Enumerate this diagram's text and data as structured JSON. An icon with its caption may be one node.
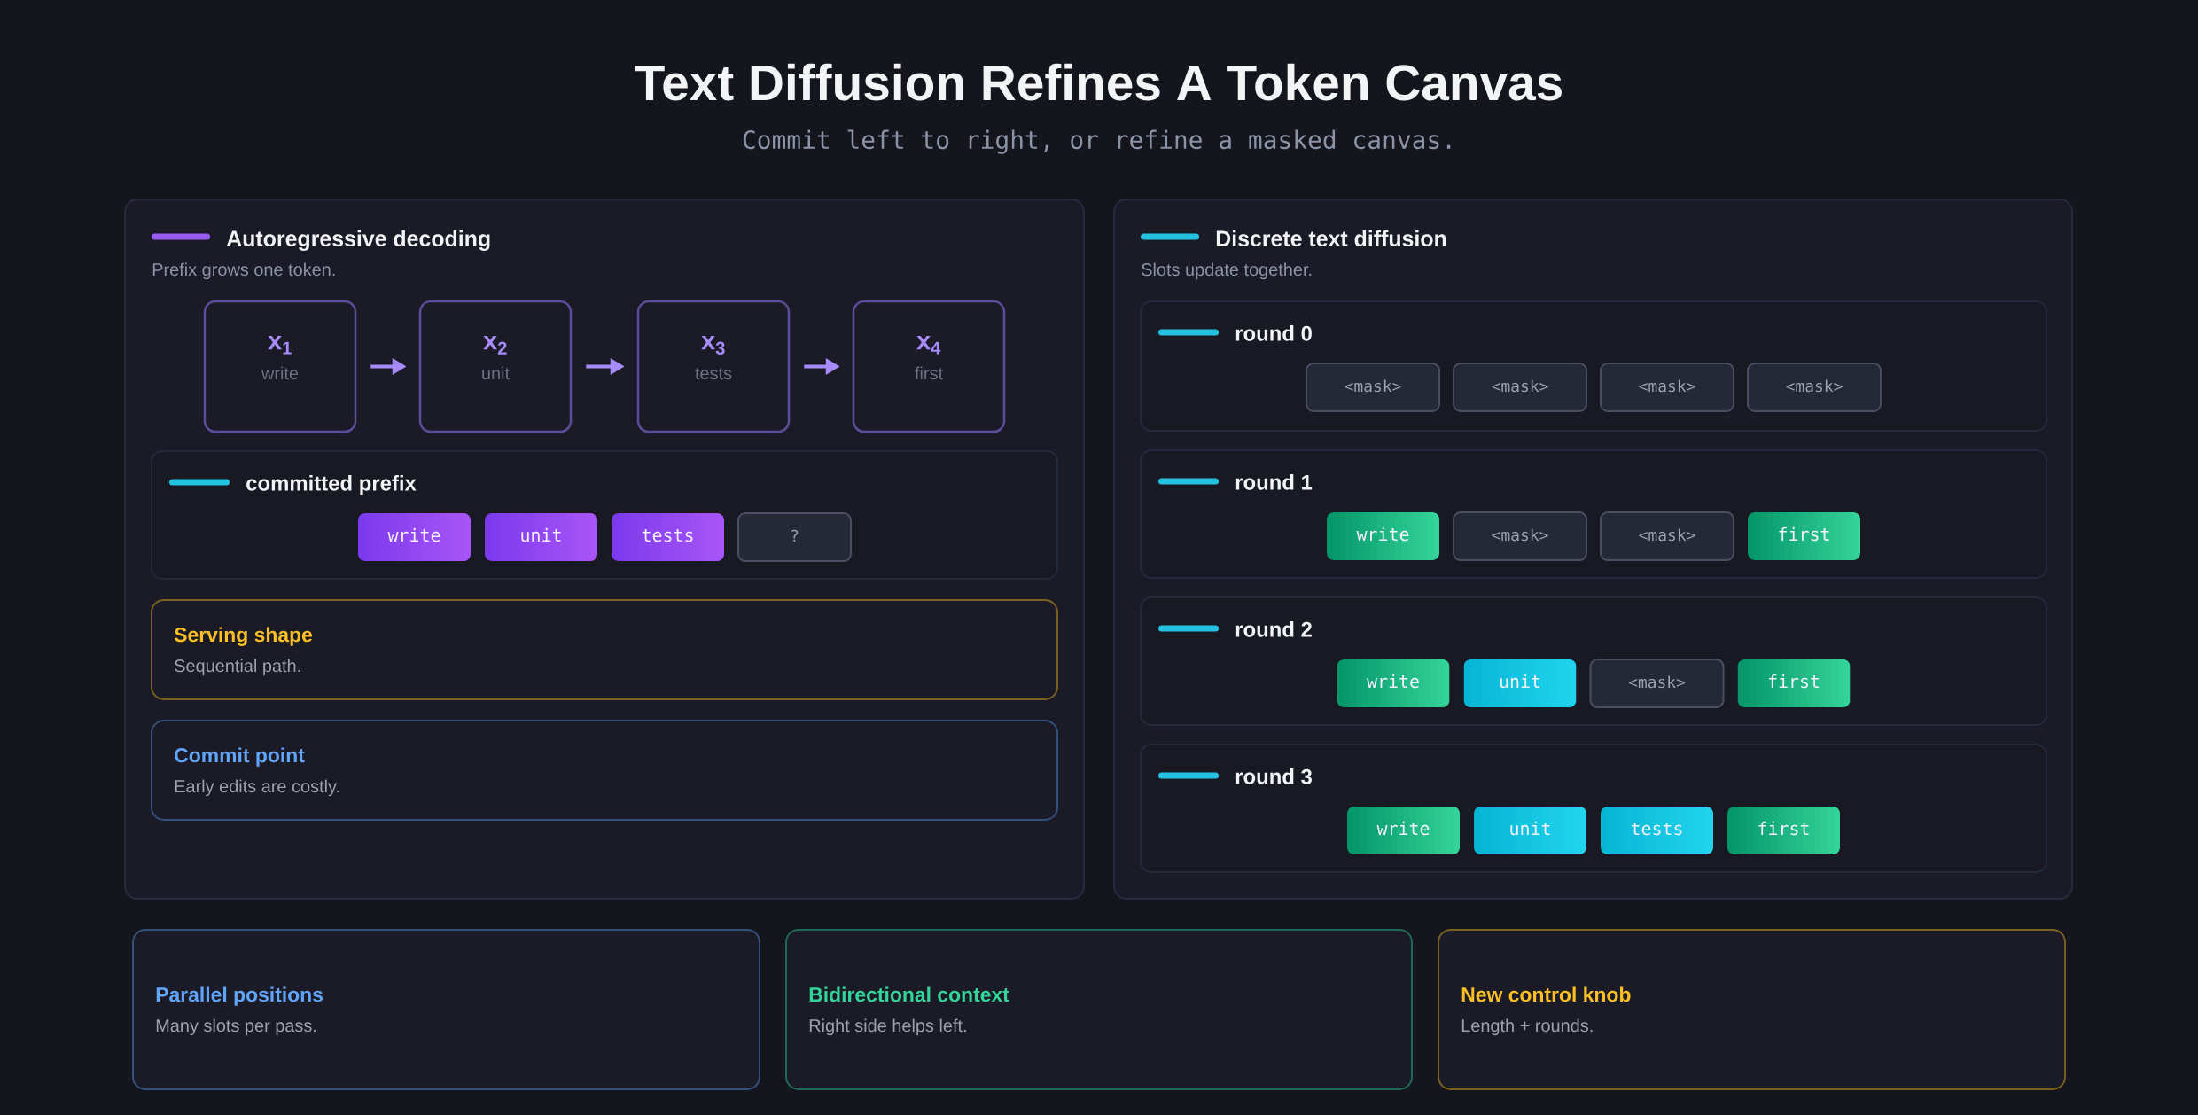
{
  "diagram": {
    "title": "Text Diffusion Refines A Token Canvas",
    "nodes": [
      {
        "text": [
          "Autoregressive decoding",
          "Prefix grows one token."
        ]
      },
      {
        "text": [
          "x$_{1}$",
          "write"
        ],
        "in": 0
      },
      {
        "text": [
          "x$_{2}$",
          "unit"
        ],
        "in": 0
      },
      {
        "text": [
          "x$_{3}$",
          "tests"
        ],
        "in": 0
      },
      {
        "text": [
          "x$_{4}$",
          "first"
        ],
        "in": 0
      },
      {
        "text": [
          "committed prefix"
        ],
        "in": 0
      },
      {
        "text": [
          "write"
        ],
        "in": 5
      },
      {
        "text": [
          "unit"
        ],
        "in": 5
      },
      {
        "text": [
          "tests"
        ],
        "in": 5
      },
      {
        "text": [
          "?"
        ],
        "in": 5
      },
      {
        "text": [
          "Serving shape",
          "Sequential path."
        ],
        "in": 0
      },
      {
        "text": [
          "Commit point",
          "Early edits are costly."
        ],
        "in": 0
      },
      {
        "text": [
          "Discrete text diffusion",
          "Slots update together."
        ]
      },
      {
        "text": [
          "round 0"
        ],
        "in": 12
      },
      {
        "text": [
          "<mask>"
        ],
        "in": 13
      },
      {
        "text": [
          "<mask>"
        ],
        "in": 13
      },
      {
        "text": [
          "<mask>"
        ],
        "in": 13
      },
      {
        "text": [
          "<mask>"
        ],
        "in": 13
      },
      {
        "text": [
          "round 1"
        ],
        "in": 12
      },
      {
        "text": [
          "write"
        ],
        "in": 18
      },
      {
        "text": [
          "<mask>"
        ],
        "in": 18
      },
      {
        "text": [
          "<mask>"
        ],
        "in": 18
      },
      {
        "text": [
          "first"
        ],
        "in": 18
      },
      {
        "text": [
          "round 2"
        ],
        "in": 12
      },
      {
        "text": [
          "write"
        ],
        "in": 23
      },
      {
        "text": [
          "unit"
        ],
        "in": 23
      },
      {
        "text": [
          "<mask>"
        ],
        "in": 23
      },
      {
        "text": [
          "first"
        ],
        "in": 23
      },
      {
        "text": [
          "round 3"
        ],
        "in": 12
      },
      {
        "text": [
          "write"
        ],
        "in": 28
      },
      {
        "text": [
          "unit"
        ],
        "in": 28
      },
      {
        "text": [
          "tests"
        ],
        "in": 28
      },
      {
        "text": [
          "first"
        ],
        "in": 28
      },
      {
        "text": [
          "Parallel positions",
          "Many slots per pass."
        ]
      },
      {
        "text": [
          "Bidirectional context",
          "Right side helps left."
        ]
      },
      {
        "text": [
          "New control knob",
          "Length + rounds."
        ]
      }
    ],
    "edges": [
      {
        "from": 1,
        "to": 2,
        "arrow": "to"
      },
      {
        "from": 2,
        "to": 3,
        "arrow": "to"
      },
      {
        "from": 3,
        "to": 4,
        "arrow": "to"
      }
    ],
    "labels": [
      "Commit left to right, or refine a masked canvas."
    ]
  }
}
